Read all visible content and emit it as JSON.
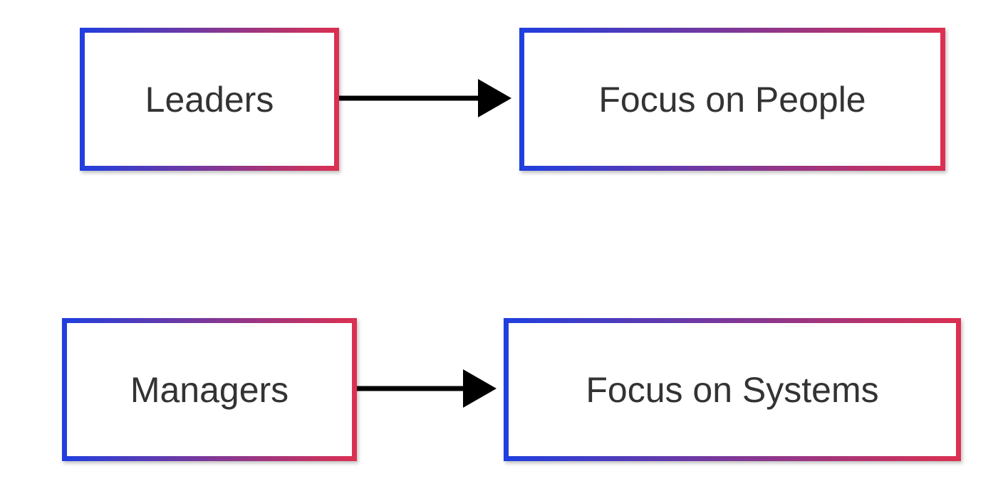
{
  "colors": {
    "gradient_start": "#1f3fe0",
    "gradient_end": "#dc3050",
    "arrow": "#000000",
    "text": "#333333",
    "background": "#ffffff"
  },
  "rows": [
    {
      "source": {
        "label": "Leaders"
      },
      "target": {
        "label": "Focus on People"
      }
    },
    {
      "source": {
        "label": "Managers"
      },
      "target": {
        "label": "Focus on Systems"
      }
    }
  ]
}
